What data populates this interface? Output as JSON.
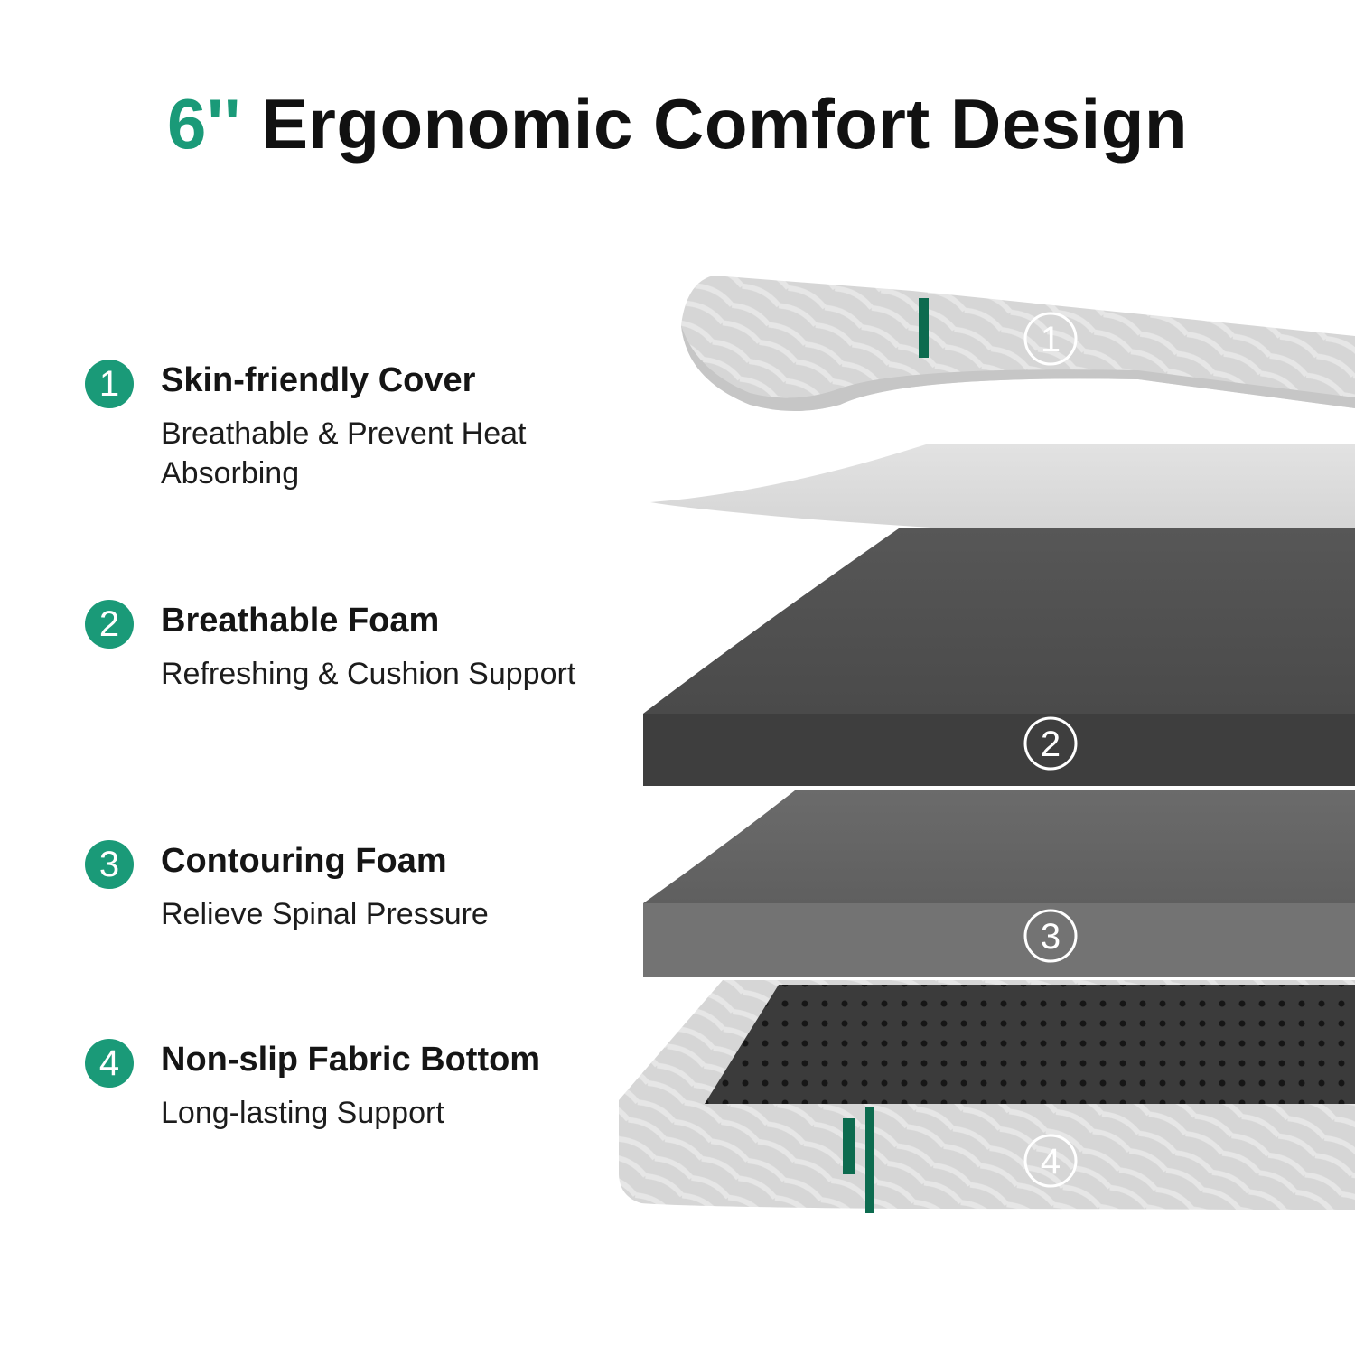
{
  "title": {
    "accent": "6''",
    "main": "Ergonomic Comfort Design"
  },
  "colors": {
    "accent": "#1a9a78",
    "text": "#111111"
  },
  "features": [
    {
      "number": "1",
      "title": "Skin-friendly Cover",
      "description": "Breathable & Prevent Heat Absorbing"
    },
    {
      "number": "2",
      "title": "Breathable Foam",
      "description": "Refreshing & Cushion Support"
    },
    {
      "number": "3",
      "title": "Contouring Foam",
      "description": "Relieve Spinal Pressure"
    },
    {
      "number": "4",
      "title": "Non-slip Fabric Bottom",
      "description": "Long-lasting Support"
    }
  ],
  "layers": [
    {
      "number": "1",
      "material": "cover-fabric"
    },
    {
      "number": "2",
      "material": "dark-foam"
    },
    {
      "number": "3",
      "material": "gray-foam"
    },
    {
      "number": "4",
      "material": "base-fabric"
    }
  ]
}
